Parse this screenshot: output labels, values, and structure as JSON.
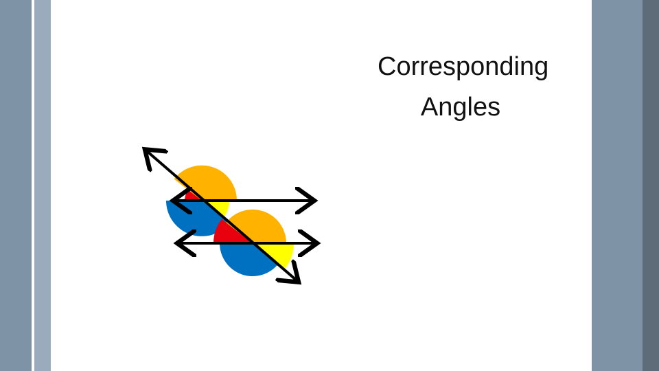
{
  "slide": {
    "title_line1": "Corresponding",
    "title_line2": "Angles"
  },
  "colors": {
    "background": "#ffffff",
    "frame_outer": "#7f93a6",
    "frame_inner": "#9aabbd",
    "frame_dark": "#5e6b78",
    "text": "#111111",
    "angle_red": "#e8000e",
    "angle_orange": "#ffb300",
    "angle_blue": "#0070c0",
    "angle_yellow": "#ffff00",
    "line": "#000000"
  },
  "diagram": {
    "parallel_lines": 2,
    "transversals": 1,
    "angle_colors_per_intersection": [
      "red",
      "orange",
      "blue",
      "yellow"
    ]
  }
}
